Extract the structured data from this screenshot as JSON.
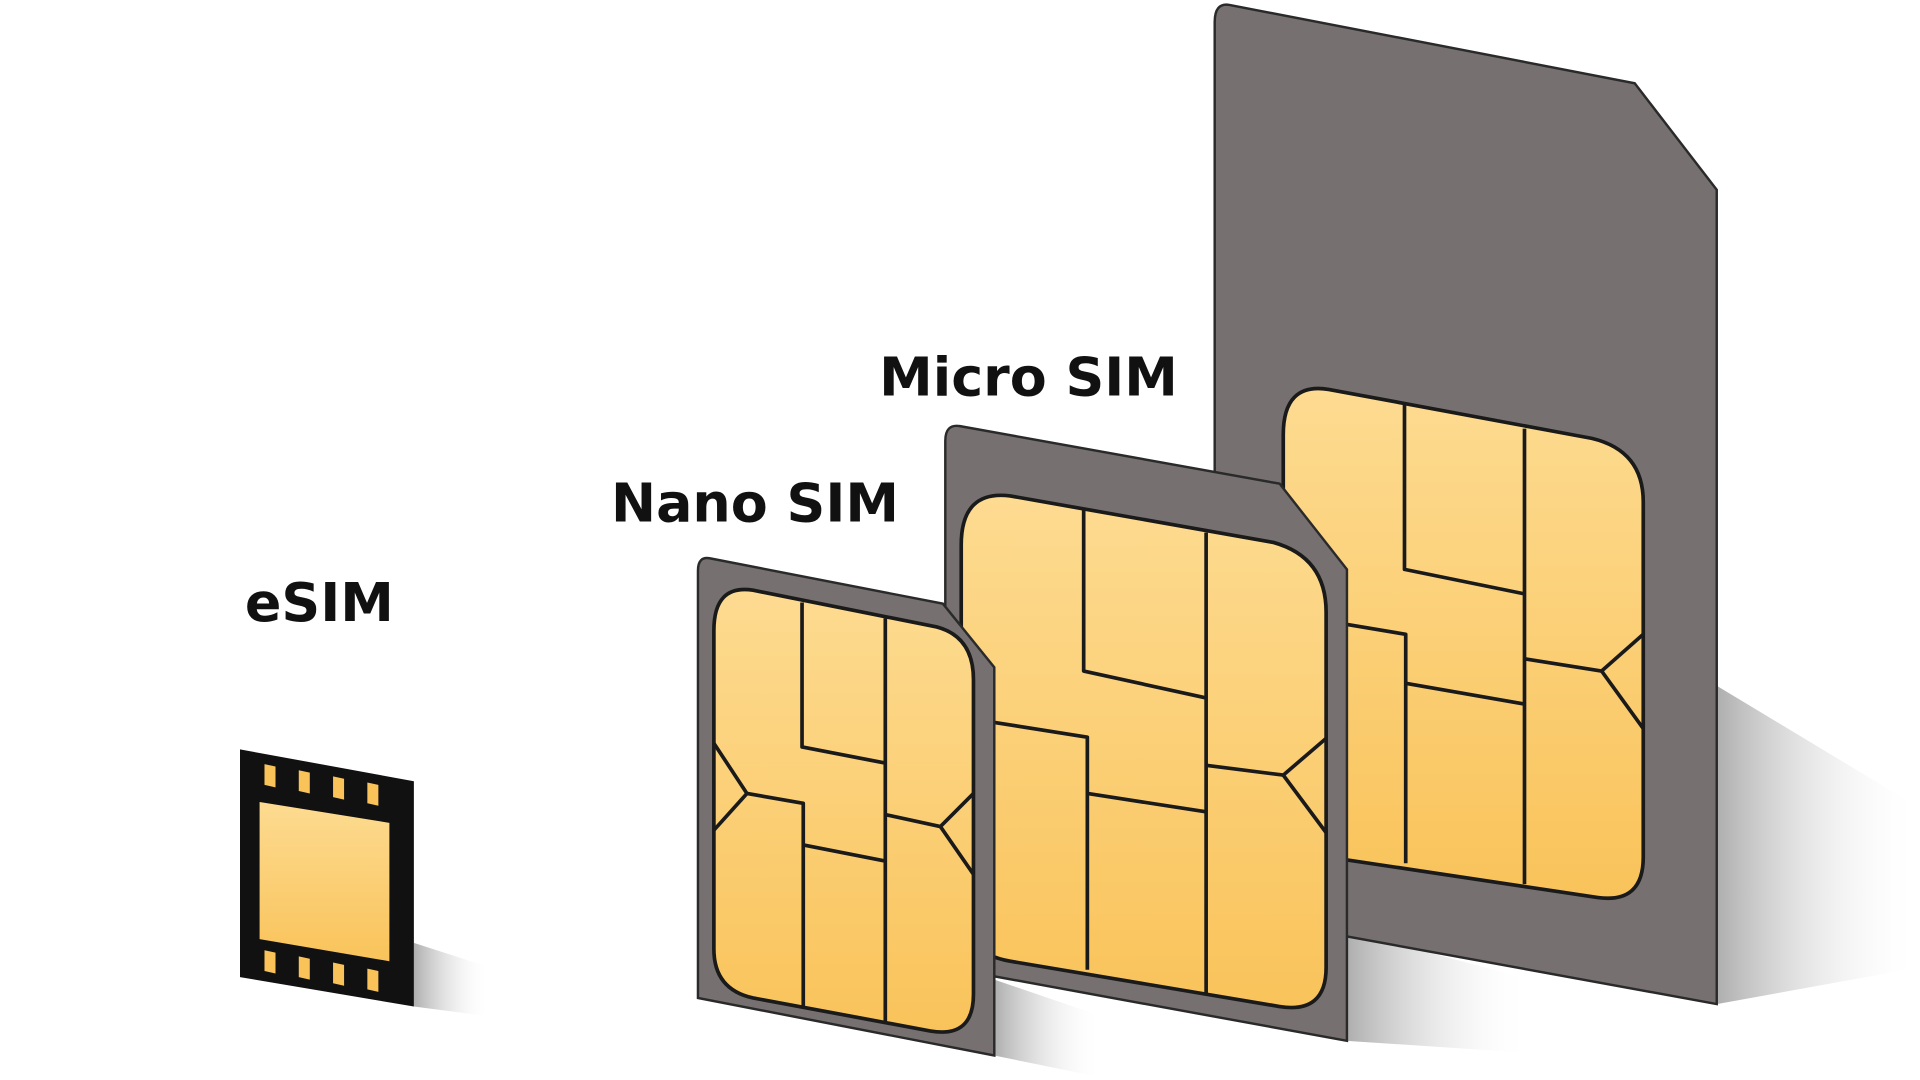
{
  "labels": {
    "esim": "eSIM",
    "nano": "Nano SIM",
    "micro": "Micro SIM"
  },
  "colors": {
    "card_body": "#767170",
    "chip_gold_light": "#fddb91",
    "chip_gold_dark": "#f9c35a",
    "esim_body": "#111111",
    "background": "#ffffff"
  }
}
